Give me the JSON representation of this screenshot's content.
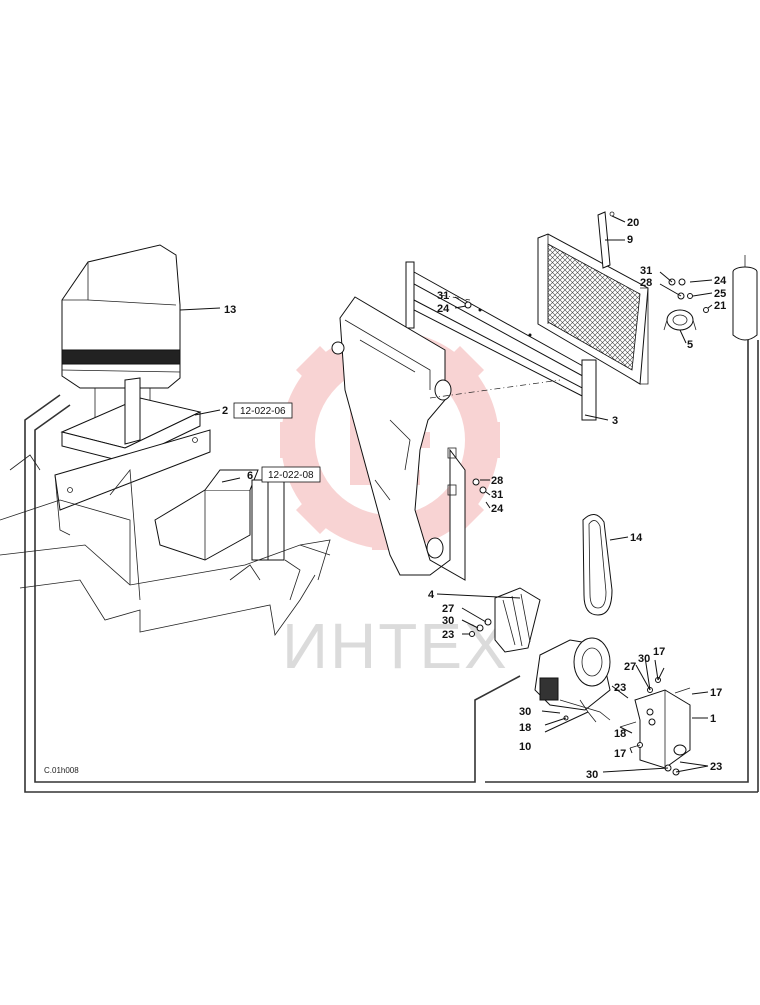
{
  "diagram": {
    "drawing_code": "C.01h008",
    "watermark_text": "ИНТЕХ",
    "colors": {
      "line": "#111111",
      "watermark_red": "#e23b3b",
      "watermark_gray": "#9a9a9a"
    },
    "references": [
      {
        "id": "ref-2",
        "text": "12-022-06"
      },
      {
        "id": "ref-6",
        "text": "12-022-08"
      }
    ],
    "callouts": {
      "c1": "1",
      "c2": "2",
      "c3": "3",
      "c4": "4",
      "c5": "5",
      "c6": "6",
      "c9": "9",
      "c10": "10",
      "c13": "13",
      "c14": "14",
      "c17a": "17",
      "c17b": "17",
      "c17c": "17",
      "c18a": "18",
      "c18b": "18",
      "c20": "20",
      "c21": "21",
      "c23a": "23",
      "c23b": "23",
      "c23c": "23",
      "c24a": "24",
      "c24b": "24",
      "c24c": "24",
      "c25": "25",
      "c27a": "27",
      "c27b": "27",
      "c28a": "28",
      "c28b": "28",
      "c30a": "30",
      "c30b": "30",
      "c30c": "30",
      "c30d": "30",
      "c31a": "31",
      "c31b": "31",
      "c31c": "31"
    }
  }
}
